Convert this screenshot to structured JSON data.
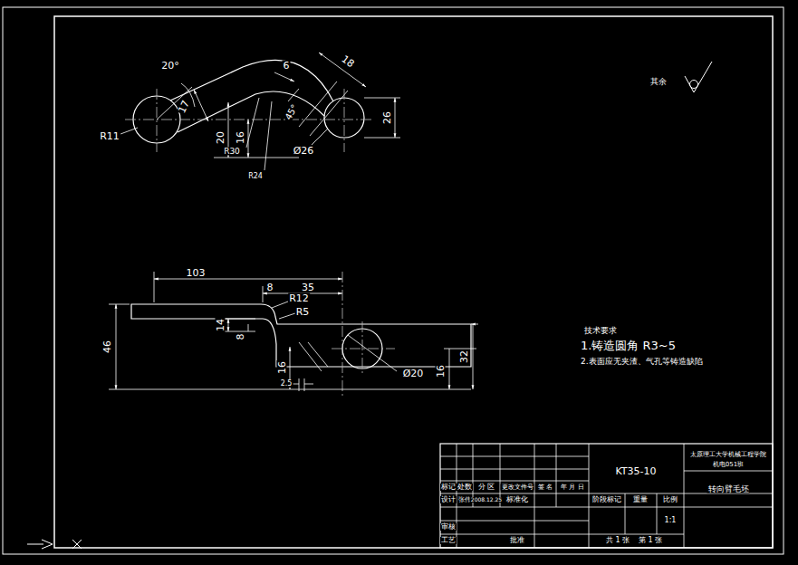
{
  "diagram": {
    "labels": [
      "20°",
      "R11",
      "17",
      "6",
      "18",
      "45°",
      "20",
      "16",
      "R30",
      "R24",
      "Ø26",
      "26",
      "其余",
      "103",
      "8",
      "35",
      "R12",
      "R5",
      "46",
      "14",
      "8",
      "16",
      "2.5",
      "Ø20",
      "16",
      "32",
      "技术要求",
      "1.铸造圆角 R3~5",
      "2.表面应无夹渣、气孔等铸造缺陷",
      "KT35-10",
      "太原理工大学机械工程学院",
      "机电051班",
      "转向臂毛坯",
      "标记",
      "处数",
      "分 区",
      "更改文件号",
      "签 名",
      "年 月 日",
      "设计",
      "张伟",
      "2008.12.25",
      "标准化",
      "阶段标记",
      "重量",
      "比例",
      "1:1",
      "审核",
      "工艺",
      "批准",
      "共 1 张",
      "第 1 张"
    ]
  }
}
